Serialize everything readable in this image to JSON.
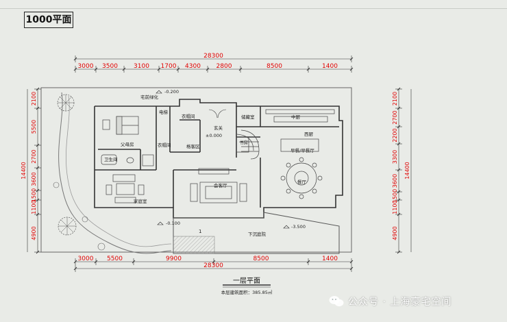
{
  "scale_tag": "1000平面",
  "dimensions": {
    "top_total": "28300",
    "top_segments": [
      "3000",
      "3500",
      "3100",
      "1700",
      "4300",
      "2800",
      "8500",
      "1400"
    ],
    "bottom_total": "28300",
    "bottom_segments": [
      "3000",
      "5500",
      "9900",
      "8500",
      "1400"
    ],
    "left_segments": [
      "2100",
      "5500",
      "2700",
      "3600",
      "1500",
      "1100",
      "4900"
    ],
    "left_total": "14400",
    "right_segments": [
      "2100",
      "2700",
      "2200",
      "3300",
      "3600",
      "1500",
      "1100",
      "4900"
    ],
    "right_total": "14400"
  },
  "rooms": {
    "front_garden": "宅前绿化",
    "lift": "电梯",
    "parents_room": "父母房",
    "bathroom": "卫生间",
    "cloakroom": "衣帽间",
    "storage": "衣帽间",
    "foyer": "玄关",
    "entry_hall": "格客区",
    "family_room": "家庭室",
    "living_room": "会客厅",
    "sunken_yard": "下沉庭院",
    "pantry": "储藏室",
    "chinese_kitchen": "中厨",
    "western_kitchen": "西厨",
    "breakfast": "早餐/早餐厅",
    "dining": "餐厅",
    "small_room": "书房"
  },
  "levels": {
    "garden": "-0.200",
    "entrance": "±0.000",
    "terrace": "-0.100",
    "sunken": "-3.500"
  },
  "plan_title": "一层平面",
  "area_note": "本层建筑面积：385.85㎡",
  "watermark": "公众号 · 上海豪宅空间",
  "colors": {
    "dimension": "#e00000",
    "wall": "#333333",
    "background": "#e9ebe7"
  }
}
